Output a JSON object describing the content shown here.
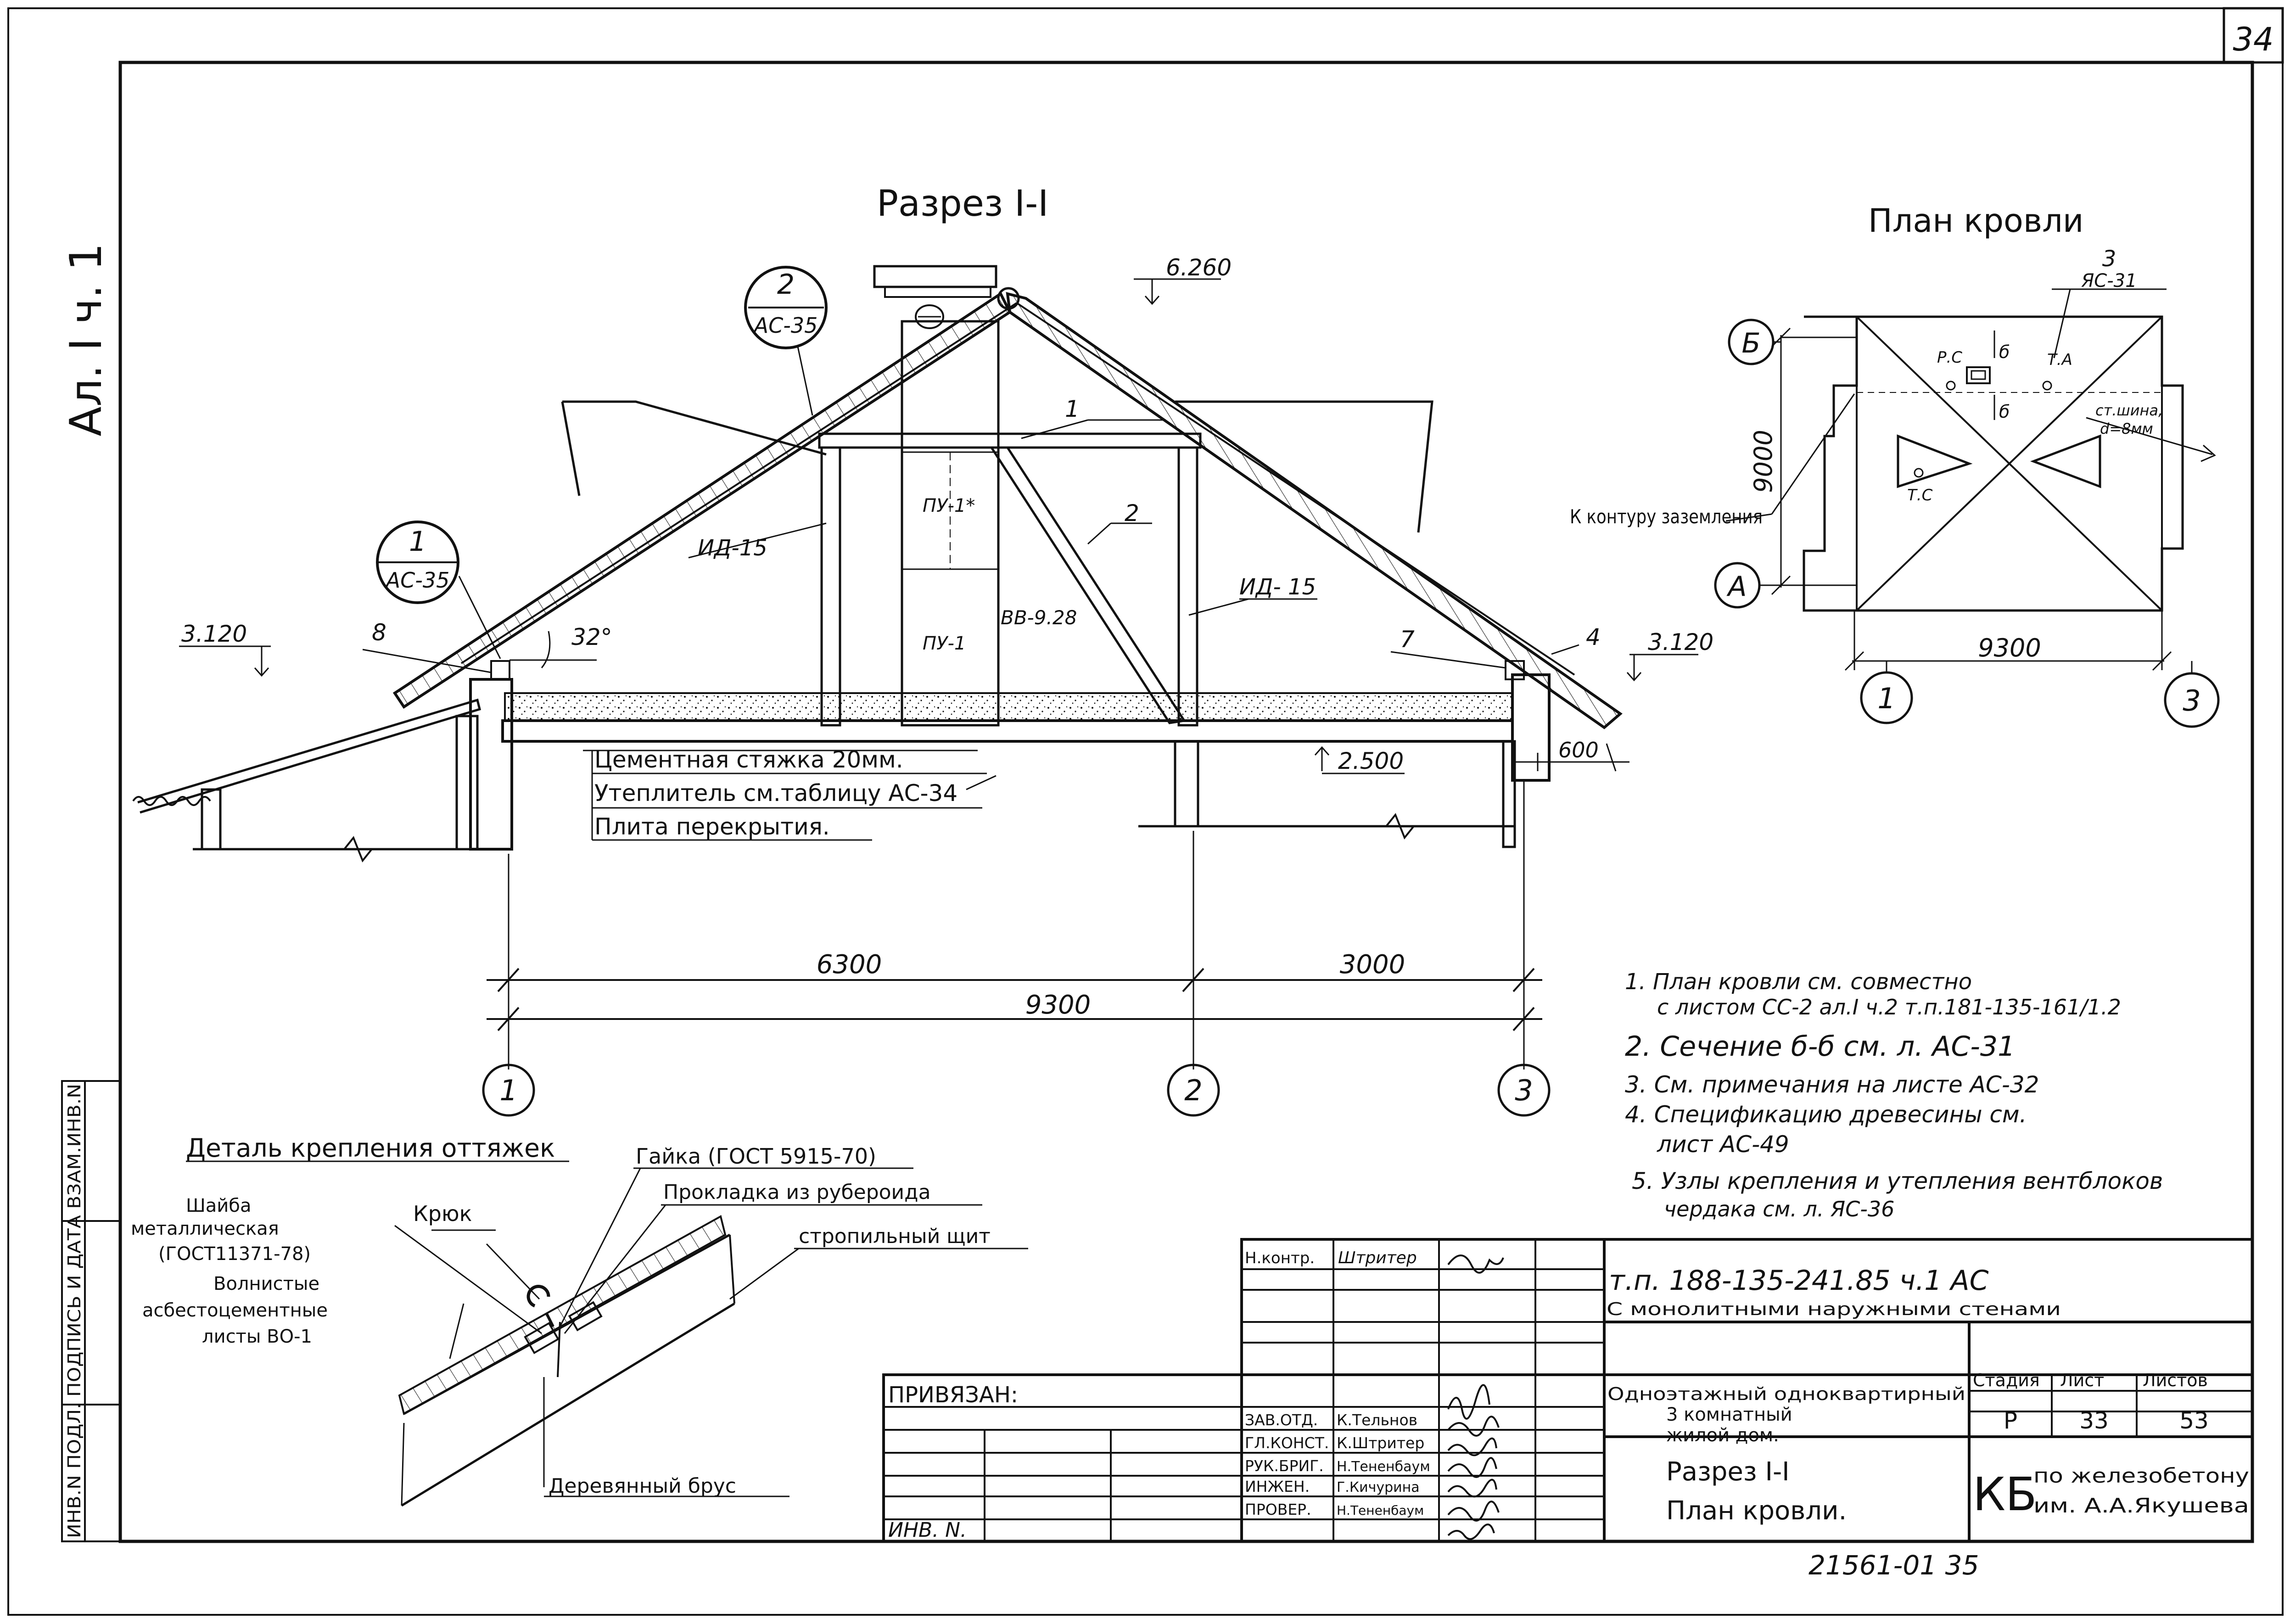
{
  "sheet_number": "34",
  "margin_code": "Ал. I  ч. 1",
  "section": {
    "title": "Разрез I-I",
    "callout_top": {
      "num": "2",
      "ref": "АС-35"
    },
    "callout_left": {
      "num": "1",
      "ref": "АС-35"
    },
    "roof_angle": "32°",
    "mark_ridge": "6.260",
    "mark_left": "3.120",
    "mark_right": "3.120",
    "mark_floor": "2.500",
    "label_1": "1",
    "label_2": "2",
    "label_4": "4",
    "label_7": "7",
    "label_8": "8",
    "id15_left": "ИД-15",
    "id15_right": "ИД- 15",
    "pu1_star": "ПУ-1*",
    "pu1": "ПУ-1",
    "vv": "ВВ-9.28",
    "layer_1": "Цементная стяжка 20мм.",
    "layer_2": "Утеплитель см.таблицу АС-34",
    "layer_3": "Плита перекрытия.",
    "dim_6300": "6300",
    "dim_3000": "3000",
    "dim_9300": "9300",
    "dim_600": "600",
    "axes": [
      "1",
      "2",
      "3"
    ]
  },
  "plan": {
    "title": "План кровли",
    "axis_b": "Б",
    "axis_a": "А",
    "axis_1": "1",
    "axis_3": "3",
    "dim_9000": "9000",
    "dim_9300": "9300",
    "ref_num": "3",
    "ref_sheet": "ЯС-31",
    "rs": "Р.С",
    "ta": "Т.А",
    "tc": "Т.С",
    "sec_mark_top": "б",
    "sec_mark_bot": "б",
    "strip": "ст.шина,",
    "strip_d": "d=8мм",
    "ground": "К контуру заземления"
  },
  "detail": {
    "title": "Деталь крепления оттяжек",
    "nut": "Гайка (ГОСТ 5915-70)",
    "gasket": "Прокладка из рубероида",
    "washer_1": "Шайба",
    "washer_2": "металлическая",
    "washer_3": "(ГОСТ11371-78)",
    "hook": "Крюк",
    "wavy": "Волнистые",
    "sheets_1": "асбестоцементные",
    "sheets_2": "листы ВО-1",
    "rafter": "стропильный щит",
    "beam": "Деревянный брус"
  },
  "notes": [
    "1. План кровли   см. совместно",
    "с листом СС-2 ал.I ч.2 т.п.181-135-161/1.2",
    "2. Сечение б-б см.  л. АС-31",
    "3. См. примечания на листе АС-32",
    "4. Спецификацию древесины см.",
    "лист АС-49",
    "5. Узлы крепления и утепления вентблоков",
    "чердака см. л. ЯС-36"
  ],
  "titleblock": {
    "bound": "ПРИВЯЗАН:",
    "inv": "ИНВ. N.",
    "roles": [
      "Н.контр.",
      "",
      "",
      "",
      "",
      "ЗАВ.ОТД.",
      "ГЛ.КОНСТ.",
      "РУК.БРИГ.",
      "ИНЖЕН.",
      "ПРОВЕР."
    ],
    "names": [
      "Штритер",
      "",
      "",
      "",
      "",
      "К.Тельнов",
      "К.Штритер",
      "Н.Тененбаум",
      "Г.Кичурина",
      "Н.Тененбаум"
    ],
    "code": "т.п.  188-135-241.85   ч.1 АС",
    "subtitle": "С монолитными наружными стенами",
    "building_1": "Одноэтажный одноквартирный",
    "building_2": "3   комнатный",
    "building_3": "жилой дом.",
    "stage_h": "Стадия",
    "sheet_h": "Лист",
    "sheets_h": "Листов",
    "stage": "Р",
    "sheet": "33",
    "sheets": "53",
    "drawing_1": "Разрез I-I",
    "drawing_2": "План кровли.",
    "org_kb": "КБ",
    "org_1": "по железобетону",
    "org_2": "им. А.А.Якушева",
    "side_stamp": "ИНВ.N ПОДЛ. ПОДПИСЬ И ДАТА ВЗАМ.ИНВ.N"
  },
  "archive_number": "21561-01   35"
}
